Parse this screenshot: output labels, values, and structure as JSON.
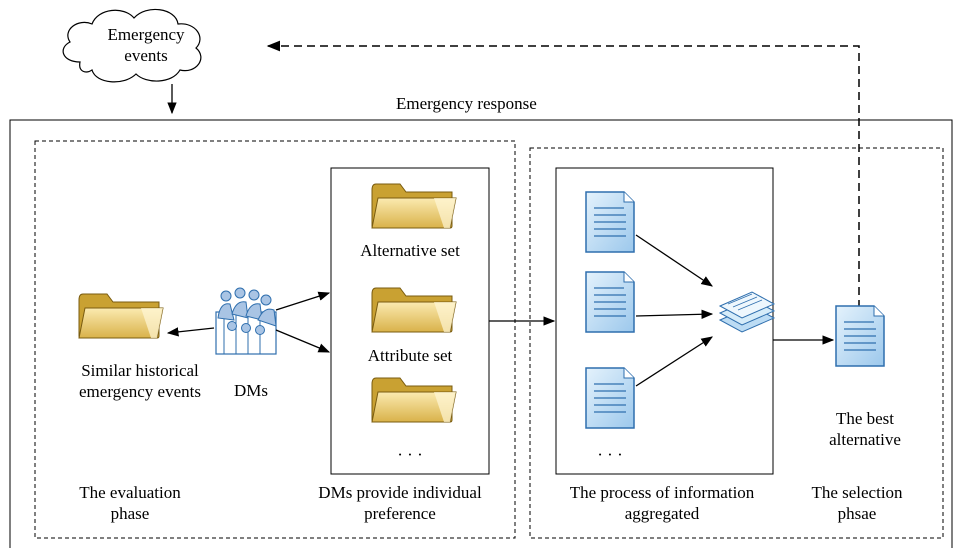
{
  "cloud": {
    "line1": "Emergency",
    "line2": "events"
  },
  "response_label": "Emergency response",
  "historical": {
    "line1": "Similar historical",
    "line2": "emergency events"
  },
  "dms_label": "DMs",
  "sets": {
    "alternative": "Alternative set",
    "attribute": "Attribute set",
    "more": "· · ·"
  },
  "process_more": "· · ·",
  "best": {
    "line1": "The best",
    "line2": "alternative"
  },
  "phases": {
    "evaluation": {
      "line1": "The evaluation",
      "line2": "phase"
    },
    "preference": {
      "line1": "DMs provide individual",
      "line2": "preference"
    },
    "aggregation": {
      "line1": "The process of information",
      "line2": "aggregated"
    },
    "selection": {
      "line1": "The selection",
      "line2": "phsae"
    }
  },
  "colors": {
    "folder_light": "#f4dc8c",
    "folder_dark": "#c9a132",
    "doc_fill": "#bcdcf4",
    "doc_stroke": "#2f6fae",
    "person_fill": "#a9c4e4",
    "line": "#000000"
  },
  "icons": [
    "cloud-icon",
    "folder-icon",
    "people-icon",
    "document-icon",
    "document-stack-icon"
  ]
}
